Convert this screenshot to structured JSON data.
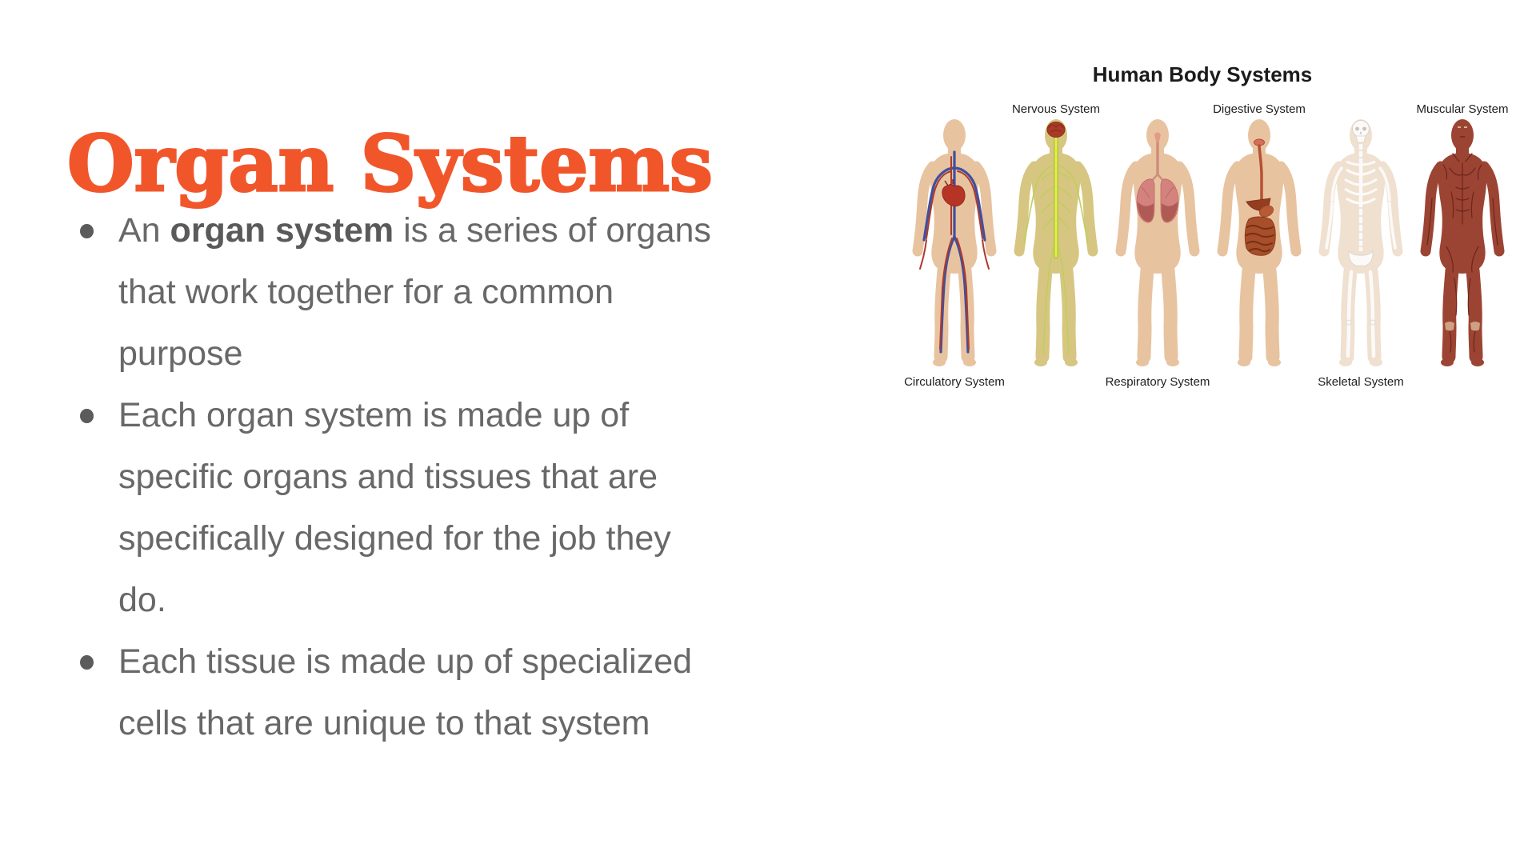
{
  "slide": {
    "title": "Organ Systems",
    "bullets": [
      {
        "pre": "An ",
        "bold": "organ system",
        "post": " is a series of organs\nthat work together for a common\npurpose"
      },
      {
        "text": "Each organ system is made up of\nspecific organs and tissues that are\nspecifically designed for the job they\ndo."
      },
      {
        "text": "Each tissue is made up of specialized\ncells that are unique to that system"
      }
    ]
  },
  "figure": {
    "title": "Human Body Systems",
    "top_labels": [
      "Nervous System",
      "Digestive System",
      "Muscular System"
    ],
    "bottom_labels": [
      "Circulatory System",
      "Respiratory System",
      "Skeletal System"
    ],
    "systems_left_to_right": [
      "Circulatory System",
      "Nervous System",
      "Respiratory System",
      "Digestive System",
      "Skeletal System",
      "Muscular System"
    ]
  },
  "colors": {
    "title_orange": "#F1562B",
    "body_text_gray": "#686868",
    "label_black": "#1b1b1b",
    "skin": "#e8c3a0",
    "skin_light": "#f0e0d0",
    "nervous_olive": "#d6c682",
    "muscle_red": "#9c4433",
    "vein_blue": "#3f4fa0",
    "artery_red": "#ad3a2a",
    "heart_red": "#b63425",
    "lung_pink": "#d4827e",
    "lung_dark": "#b05a55",
    "organ_brown": "#a74e2a",
    "liver_brown": "#943d20",
    "brain_red": "#a83b28",
    "spine_yellow": "#dff04c",
    "bone_white": "#fbfaf8"
  }
}
